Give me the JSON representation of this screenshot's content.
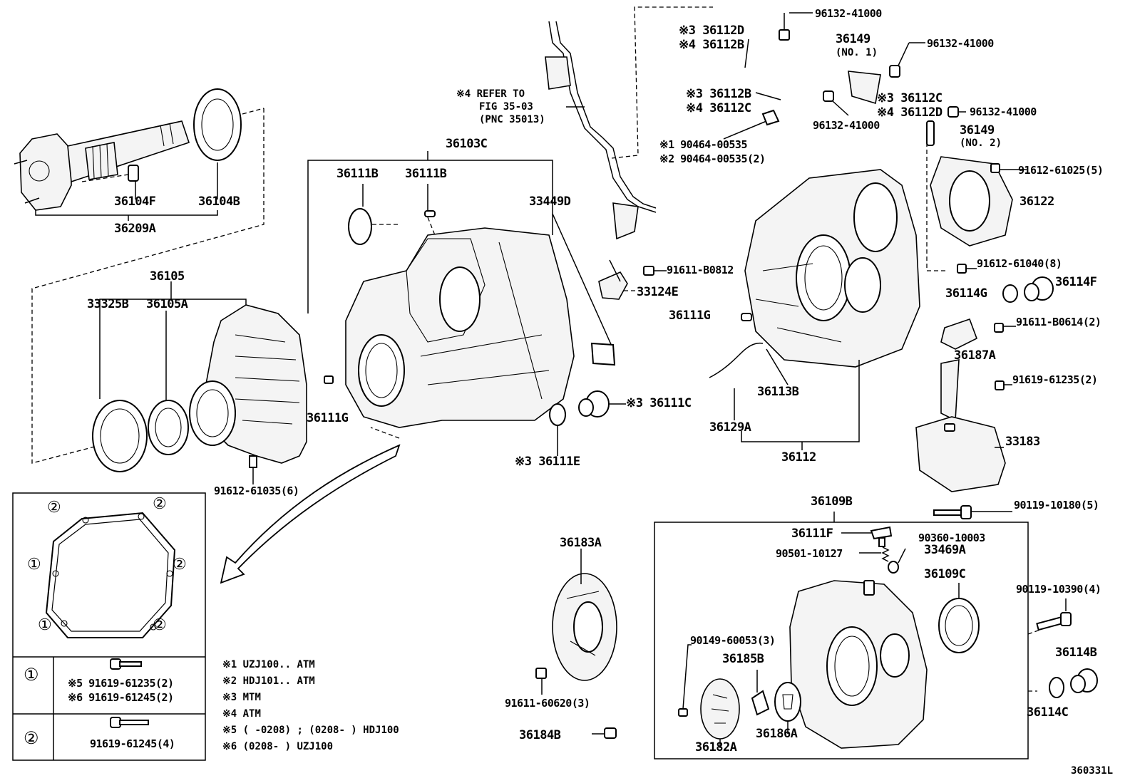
{
  "labels": {
    "p36103C": "36103C",
    "p36111B_1": "36111B",
    "p36111B_2": "36111B",
    "p33449D": "33449D",
    "p36104F": "36104F",
    "p36104B": "36104B",
    "p36209A": "36209A",
    "p36105": "36105",
    "p33325B": "33325B",
    "p36105A": "36105A",
    "p36111G_l": "36111G",
    "p91612_61035": "91612-61035(6)",
    "refer1": "※4 REFER TO",
    "refer2": "FIG 35-03",
    "refer3": "(PNC 35013)",
    "p91611_B0812": "91611-B0812",
    "p33124E": "33124E",
    "p36111G_r": "36111G",
    "p36111C": "※3 36111C",
    "p36111E": "※3 36111E",
    "p36112D": "※3 36112D",
    "p36112B_top": "※4 36112B",
    "p96132_a": "96132-41000",
    "p36149_1": "36149",
    "p36149_1n": "(NO. 1)",
    "p96132_b": "96132-41000",
    "p36112B_mid": "※3 36112B",
    "p36112C_mid": "※4 36112C",
    "p36112C_r": "※3 36112C",
    "p36112D_r": "※4 36112D",
    "p96132_c": "96132-41000",
    "p96132_d": "96132-41000",
    "p90464_1": "※1 90464-00535",
    "p90464_2": "※2 90464-00535(2)",
    "p36149_2": "36149",
    "p36149_2n": "(NO. 2)",
    "p91612_61025": "91612-61025(5)",
    "p36122": "36122",
    "p91612_61040": "91612-61040(8)",
    "p36114G": "36114G",
    "p36114F": "36114F",
    "p91611_B0614": "91611-B0614(2)",
    "p36187A": "36187A",
    "p91619_61235": "91619-61235(2)",
    "p36113B": "36113B",
    "p36129A": "36129A",
    "p36112": "36112",
    "p33183": "33183",
    "p36109B": "36109B",
    "p90119_10180": "90119-10180(5)",
    "p36111F": "36111F",
    "p90360": "90360-10003",
    "p90501": "90501-10127",
    "p33469A": "33469A",
    "p36109C": "36109C",
    "p90119_10390": "90119-10390(4)",
    "p36183A": "36183A",
    "p90149": "90149-60053(3)",
    "p36185B": "36185B",
    "p36186A": "36186A",
    "p36182A": "36182A",
    "p36114B": "36114B",
    "p36114C": "36114C",
    "p91611_60620": "91611-60620(3)",
    "p36184B": "36184B",
    "ref_code": "360331L"
  },
  "gasket_box": {
    "markers": [
      "②",
      "②",
      "①",
      "②",
      "①",
      "②"
    ],
    "row1_marker": "①",
    "row1_line1": "※5 91619-61235(2)",
    "row1_line2": "※6 91619-61245(2)",
    "row2_marker": "②",
    "row2_line1": "91619-61245(4)"
  },
  "notes": [
    "※1 UZJ100.. ATM",
    "※2 HDJ101.. ATM",
    "※3 MTM",
    "※4 ATM",
    "※5 (      -0208) ; (0208-       ) HDJ100",
    "※6 (0208-       ) UZJ100"
  ]
}
